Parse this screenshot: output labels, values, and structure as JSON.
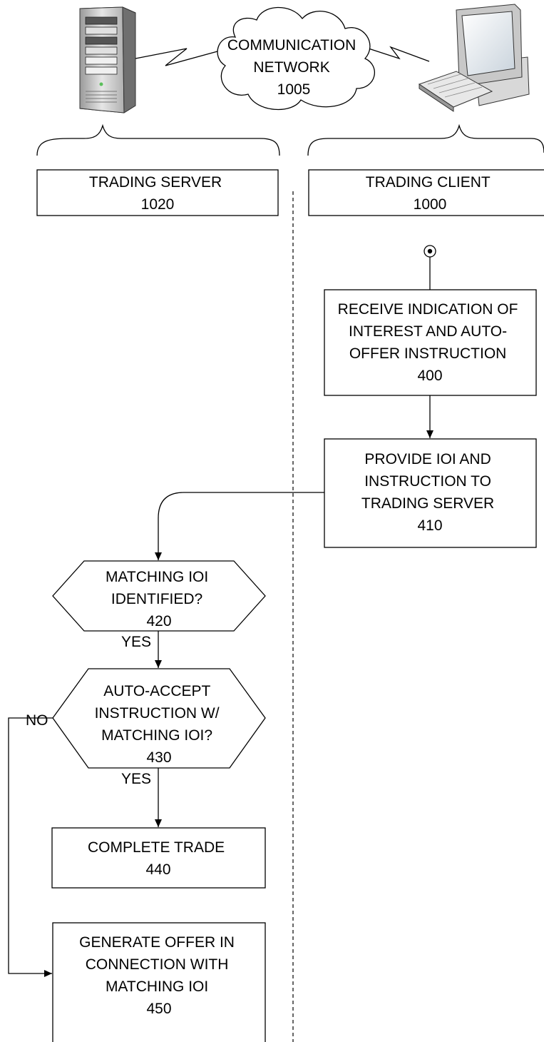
{
  "network": {
    "lines": [
      "COMMUNICATION",
      "NETWORK",
      "1005"
    ]
  },
  "server_column": {
    "lines": [
      "TRADING SERVER",
      "1020"
    ]
  },
  "client_column": {
    "lines": [
      "TRADING CLIENT",
      "1000"
    ]
  },
  "steps": {
    "s400": {
      "lines": [
        "RECEIVE INDICATION OF",
        "INTEREST AND AUTO-",
        "OFFER INSTRUCTION",
        "400"
      ]
    },
    "s410": {
      "lines": [
        "PROVIDE IOI AND",
        "INSTRUCTION TO",
        "TRADING SERVER",
        "410"
      ]
    },
    "s420": {
      "lines": [
        "MATCHING IOI",
        "IDENTIFIED?",
        "420"
      ]
    },
    "s430": {
      "lines": [
        "AUTO-ACCEPT",
        "INSTRUCTION W/",
        "MATCHING IOI?",
        "430"
      ]
    },
    "s440": {
      "lines": [
        "COMPLETE TRADE",
        "440"
      ]
    },
    "s450": {
      "lines": [
        "GENERATE OFFER IN",
        "CONNECTION WITH",
        "MATCHING IOI",
        "450"
      ]
    }
  },
  "edge_labels": {
    "yes_420": "YES",
    "yes_430": "YES",
    "no_430": "NO"
  },
  "icons": {
    "server": "server-tower-icon",
    "client": "desktop-computer-icon",
    "start": "start-node-icon"
  }
}
